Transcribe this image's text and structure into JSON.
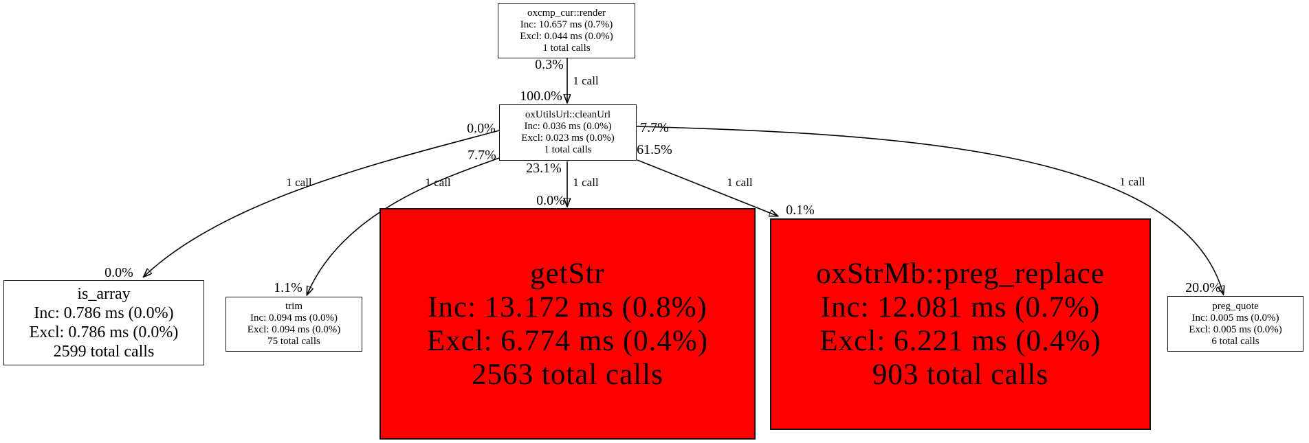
{
  "diagram": {
    "type": "profiler-call-graph",
    "colors": {
      "hot_node_bg": "#ff0000",
      "node_bg": "#ffffff",
      "border": "#000000",
      "text": "#000000"
    },
    "nodes": [
      {
        "id": "render",
        "name": "oxcmp_cur::render",
        "inc": "Inc: 10.657 ms (0.7%)",
        "excl": "Excl: 0.044 ms (0.0%)",
        "calls": "1 total calls",
        "hot": false
      },
      {
        "id": "cleanurl",
        "name": "oxUtilsUrl::cleanUrl",
        "inc": "Inc: 0.036 ms (0.0%)",
        "excl": "Excl: 0.023 ms (0.0%)",
        "calls": "1 total calls",
        "hot": false
      },
      {
        "id": "is_array",
        "name": "is_array",
        "inc": "Inc: 0.786 ms (0.0%)",
        "excl": "Excl: 0.786 ms (0.0%)",
        "calls": "2599 total calls",
        "hot": false
      },
      {
        "id": "trim",
        "name": "trim",
        "inc": "Inc: 0.094 ms (0.0%)",
        "excl": "Excl: 0.094 ms (0.0%)",
        "calls": "75 total calls",
        "hot": false
      },
      {
        "id": "getstr",
        "name": "getStr",
        "inc": "Inc: 13.172 ms (0.8%)",
        "excl": "Excl: 6.774 ms (0.4%)",
        "calls": "2563 total calls",
        "hot": true
      },
      {
        "id": "preg_replace",
        "name": "oxStrMb::preg_replace",
        "inc": "Inc: 12.081 ms (0.7%)",
        "excl": "Excl: 6.221 ms (0.4%)",
        "calls": "903 total calls",
        "hot": true
      },
      {
        "id": "preg_quote",
        "name": "preg_quote",
        "inc": "Inc: 0.005 ms (0.0%)",
        "excl": "Excl: 0.005 ms (0.0%)",
        "calls": "6 total calls",
        "hot": false
      }
    ],
    "edges": [
      {
        "from": "oxcmp_cur::render",
        "to": "oxUtilsUrl::cleanUrl",
        "tail_pct": "0.3%",
        "calls": "1 call",
        "head_pct": "100.0%"
      },
      {
        "from": "oxUtilsUrl::cleanUrl",
        "to": "is_array",
        "tail_pct": "0.0%",
        "calls": "1 call",
        "head_pct": "0.0%"
      },
      {
        "from": "oxUtilsUrl::cleanUrl",
        "to": "trim",
        "tail_pct": "7.7%",
        "calls": "1 call",
        "head_pct": "1.1%"
      },
      {
        "from": "oxUtilsUrl::cleanUrl",
        "to": "getStr",
        "tail_pct": "23.1%",
        "calls": "1 call",
        "head_pct": "0.0%"
      },
      {
        "from": "oxUtilsUrl::cleanUrl",
        "to": "oxStrMb::preg_replace",
        "tail_pct": "61.5%",
        "calls": "1 call",
        "head_pct": "0.1%"
      },
      {
        "from": "oxUtilsUrl::cleanUrl",
        "to": "preg_quote",
        "tail_pct": "7.7%",
        "calls": "1 call",
        "head_pct": "20.0%"
      }
    ]
  }
}
